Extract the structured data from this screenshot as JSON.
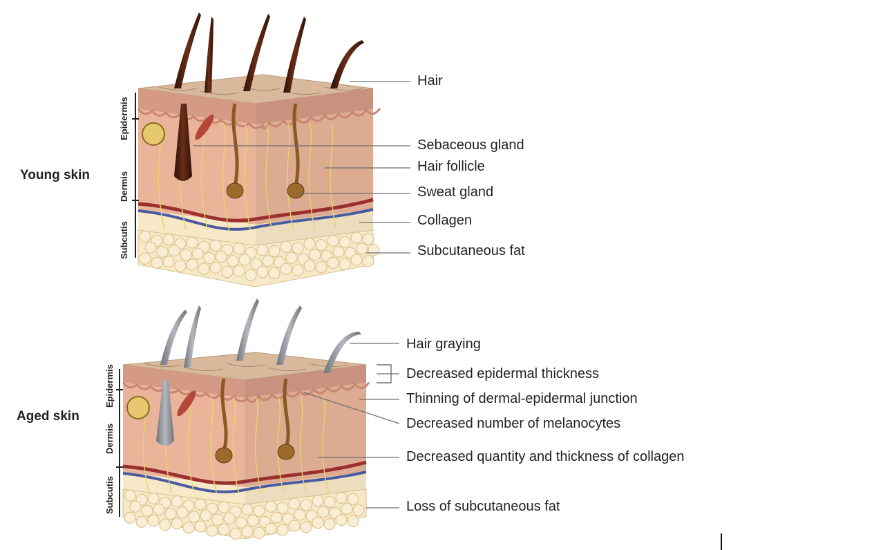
{
  "young": {
    "title": "Young skin",
    "layers": [
      "Epidermis",
      "Dermis",
      "Subcutis"
    ],
    "labels": [
      "Hair",
      "Sebaceous gland",
      "Hair follicle",
      "Sweat gland",
      "Collagen",
      "Subcutaneous fat"
    ]
  },
  "aged": {
    "title": "Aged skin",
    "layers": [
      "Epidermis",
      "Dermis",
      "Subcutis"
    ],
    "labels": [
      "Hair graying",
      "Decreased epidermal thickness",
      "Thinning of dermal-epidermal junction",
      "Decreased number of melanocytes",
      "Decreased quantity and thickness of collagen",
      "Loss of subcutaneous fat"
    ]
  },
  "colors": {
    "surface": "#d9b99b",
    "epidermis": "#d49a86",
    "dermis": "#e9b49a",
    "fat": "#f7e9c8",
    "artery": "#9b2f2f",
    "vein": "#4a5aa0",
    "nerve": "#e8d46a",
    "hair_young": "#4a1e0e",
    "hair_aged": "#8a8e94"
  }
}
